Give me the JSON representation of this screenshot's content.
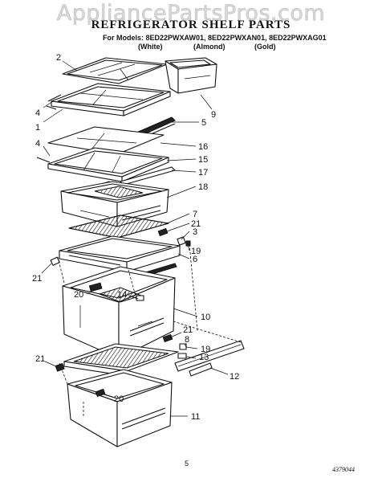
{
  "watermark": "AppliancePartsPros.com",
  "title": "REFRIGERATOR SHELF PARTS",
  "models": {
    "prefix": "For Models:",
    "list": "8ED22PWXAW01, 8ED22PWXAN01, 8ED22PWXAG01",
    "variants": [
      "(White)",
      "(Almond)",
      "(Gold)"
    ]
  },
  "callouts": [
    "2",
    "9",
    "4",
    "1",
    "5",
    "4",
    "16",
    "15",
    "17",
    "18",
    "7",
    "21",
    "3",
    "19",
    "6",
    "21",
    "20",
    "14",
    "10",
    "21",
    "8",
    "19",
    "13",
    "21",
    "12",
    "20",
    "11"
  ],
  "page_number": "5",
  "doc_code": "4379044"
}
